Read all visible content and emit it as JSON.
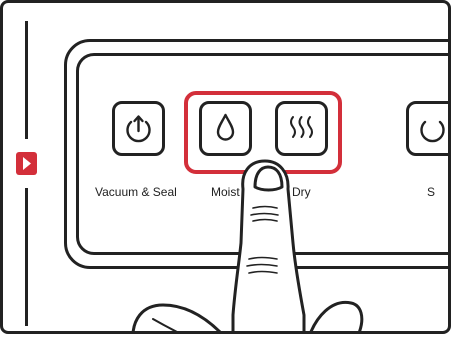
{
  "buttons": {
    "vacuum_seal": {
      "label": "Vacuum & Seal",
      "icon": "power-arrow-icon"
    },
    "moist": {
      "label": "Moist",
      "icon": "water-drop-icon"
    },
    "dry": {
      "label": "Dry",
      "icon": "heat-waves-icon"
    },
    "partial": {
      "label": "S",
      "icon": "power-arrow-icon"
    }
  },
  "colors": {
    "accent": "#d32f3a",
    "outline": "#222222"
  }
}
